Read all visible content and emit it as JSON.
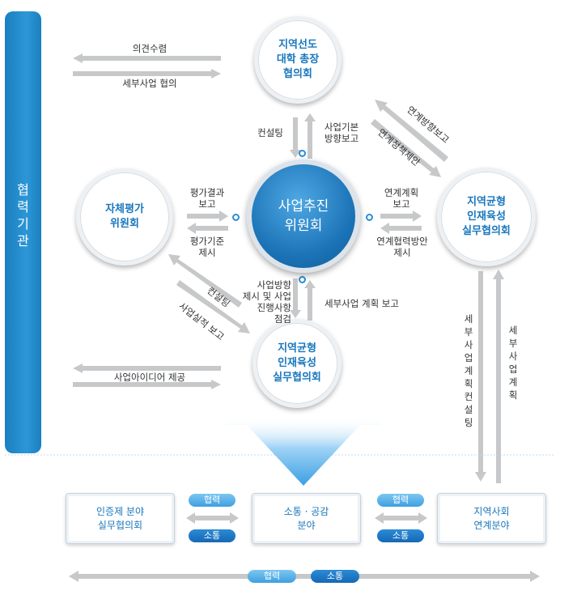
{
  "sidebar": {
    "label": "협\n력\n기\n관"
  },
  "nodes": {
    "council_presidents": "지역선도\n대학 총장\n협의회",
    "self_eval": "자체평가\n위원회",
    "center": "사업추진\n위원회",
    "working_right": "지역균형\n인재육성\n실무협의회",
    "working_bottom": "지역균형\n인재육성\n실무협의회"
  },
  "labels": {
    "opinion": "의견수렴",
    "detail_consult": "세부사업 협의",
    "consulting_top": "컨설팅",
    "basic_direction": "사업기본\n방향보고",
    "link_report": "연계방향보고",
    "link_policy": "연계정책제안",
    "eval_result": "평가결과\n보고",
    "eval_criteria": "평가기준\n제시",
    "link_plan": "연계계획\n보고",
    "coop_plan": "연계협력방안\n제시",
    "consulting_left": "컨설팅",
    "performance": "사업실적 보고",
    "direction_present": "사업방향\n제시 및 사업\n진행사항\n점검",
    "plan_report": "세부사업 계획 보고",
    "idea": "사업아이디어 제공",
    "v_consult": "세부사업계획컨설팅",
    "v_plan": "세부사업계획"
  },
  "bottom": {
    "box1": "인증제 분야\n실무협의회",
    "box2": "소통 · 공감\n분야",
    "box3": "지역사회\n연계분야",
    "coop": "협력",
    "comm": "소통"
  },
  "colors": {
    "accent": "#1877bd",
    "arrow": "#c6c8ca",
    "sidebar": "#2d97d6"
  }
}
